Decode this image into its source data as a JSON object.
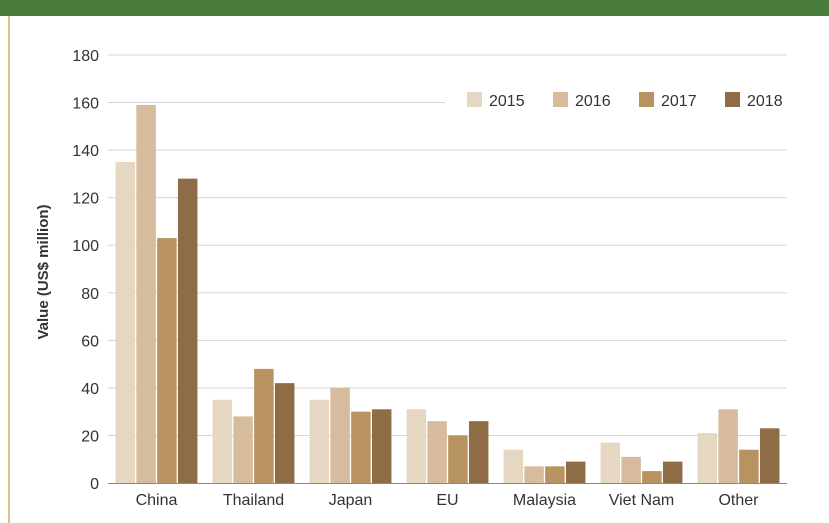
{
  "colors": {
    "top_bar": "#4a7d3b",
    "left_rule": "#d6c48a",
    "grid": "#d5d5d5",
    "axis": "#888888",
    "series": [
      "#e6d7c3",
      "#d6bc9c",
      "#b89260",
      "#8e6d46"
    ]
  },
  "chart_data": {
    "type": "bar",
    "title": "",
    "xlabel": "",
    "ylabel": "Value (US$ million)",
    "ylim": [
      0,
      180
    ],
    "yticks": [
      "0",
      "20",
      "40",
      "60",
      "80",
      "100",
      "120",
      "140",
      "160",
      "180"
    ],
    "grid": true,
    "legend_position": "top-right",
    "categories": [
      "China",
      "Thailand",
      "Japan",
      "EU",
      "Malaysia",
      "Viet Nam",
      "Other"
    ],
    "series": [
      {
        "name": "2015",
        "values": [
          135,
          35,
          35,
          31,
          14,
          17,
          21
        ]
      },
      {
        "name": "2016",
        "values": [
          159,
          28,
          40,
          26,
          7,
          11,
          31
        ]
      },
      {
        "name": "2017",
        "values": [
          103,
          48,
          30,
          20,
          7,
          5,
          14
        ]
      },
      {
        "name": "2018",
        "values": [
          128,
          42,
          31,
          26,
          9,
          9,
          23
        ]
      }
    ]
  }
}
